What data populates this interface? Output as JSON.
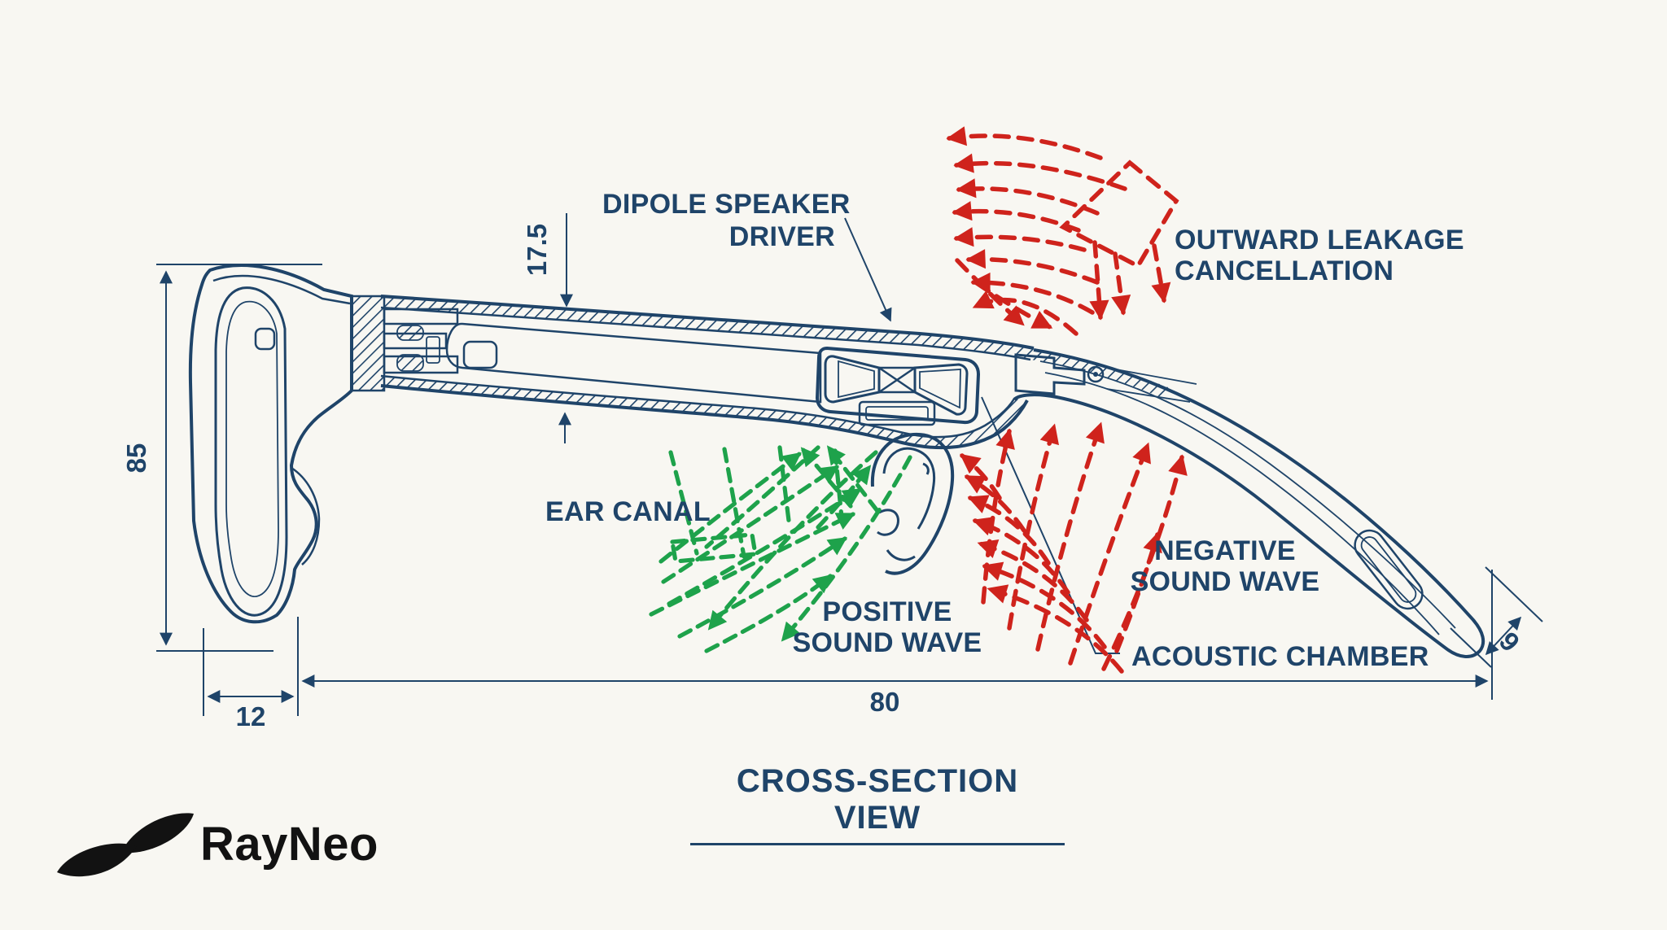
{
  "colors": {
    "ink": "#1f4469",
    "red": "#cf231c",
    "green": "#1ea24b",
    "logo_black": "#121212",
    "background": "#f8f7f2"
  },
  "callouts": {
    "dipole_speaker_driver": {
      "line1": "DIPOLE SPEAKER",
      "line2": "DRIVER"
    },
    "outward_leakage_cancellation": {
      "line1": "OUTWARD LEAKAGE",
      "line2": "CANCELLATION"
    },
    "ear_canal": {
      "line1": "EAR CANAL"
    },
    "positive_sound_wave": {
      "line1": "POSITIVE",
      "line2": "SOUND WAVE"
    },
    "negative_sound_wave": {
      "line1": "NEGATIVE",
      "line2": "SOUND WAVE"
    },
    "acoustic_chamber": {
      "line1": "ACOUSTIC CHAMBER"
    }
  },
  "dimensions_mm": {
    "temple_thickness": "17.5",
    "front_height": "85",
    "front_depth": "12",
    "temple_length": "80",
    "tip_thickness": "9"
  },
  "title": "CROSS-SECTION VIEW",
  "brand": {
    "name": "RayNeo",
    "logo_icon": "rayneo-bird-swoosh"
  }
}
